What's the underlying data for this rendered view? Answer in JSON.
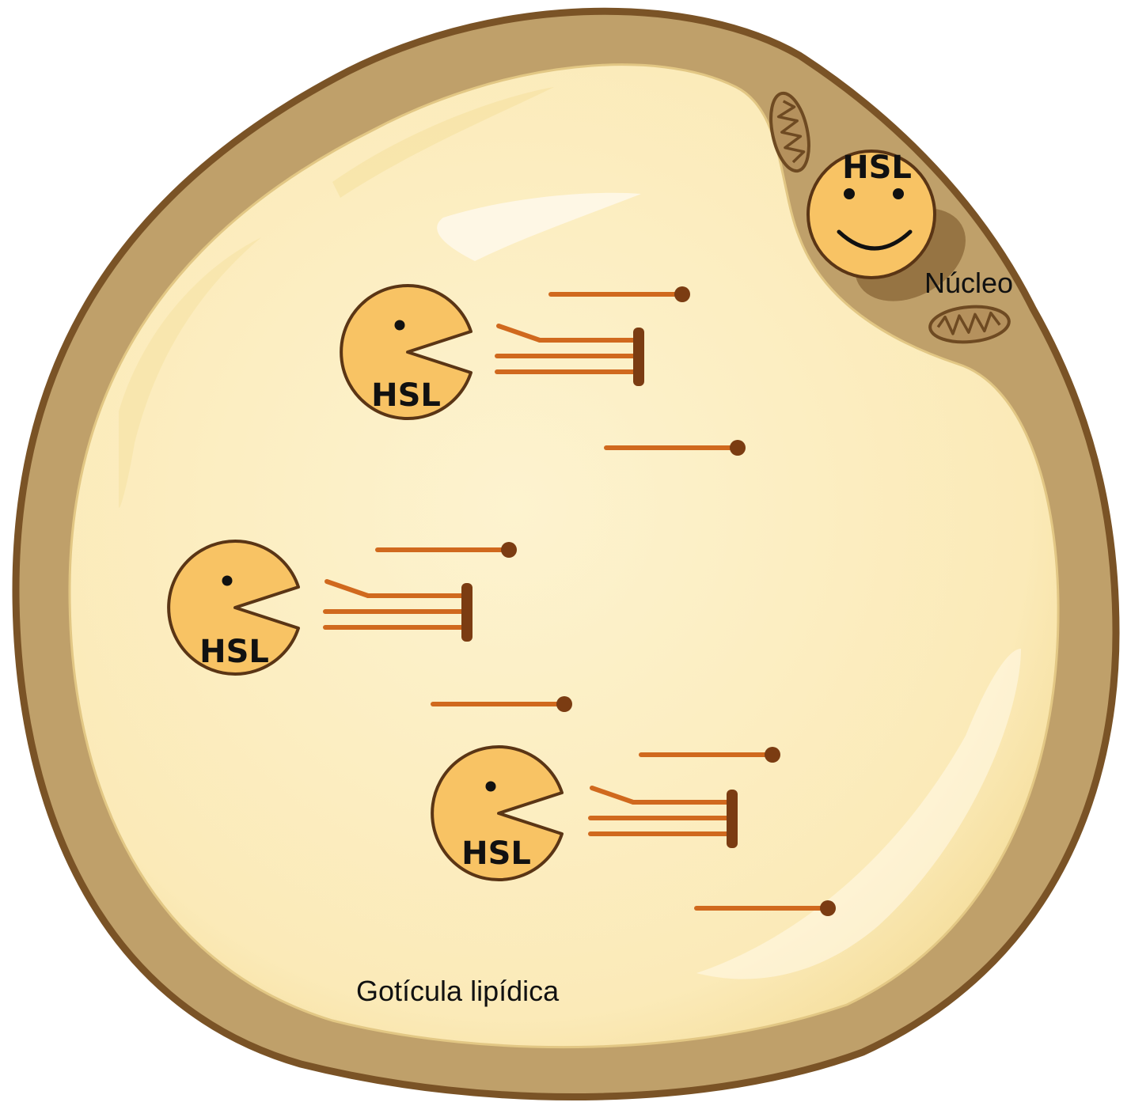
{
  "labels": {
    "enzyme": "HSL",
    "nucleus": "Núcleo",
    "droplet": "Gotícula lipídica"
  },
  "colors": {
    "cytoplasm": "#bfa06a",
    "membrane": "#7a5326",
    "droplet": "#fcefc2",
    "enzyme_fill": "#f8c364",
    "enzyme_stroke": "#5a3515",
    "fatty_acid": "#d0691e",
    "glycerol": "#7b3c12"
  },
  "icons": [
    "mitochondrion-icon",
    "smiley-enzyme-icon",
    "pacman-enzyme-icon",
    "triglyceride-icon",
    "fatty-acid-icon"
  ]
}
